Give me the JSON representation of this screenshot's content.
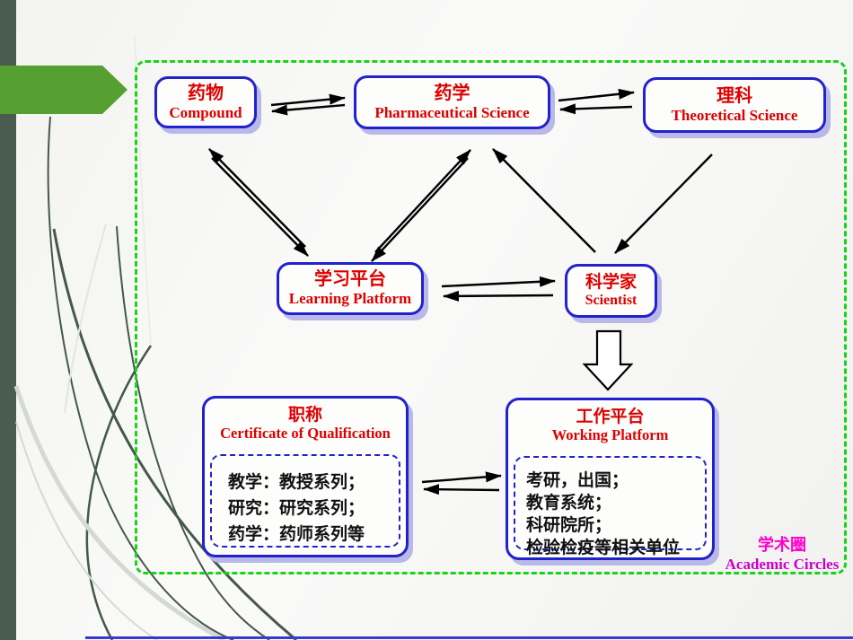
{
  "nodes": {
    "compound": {
      "zh": "药物",
      "en": "Compound"
    },
    "pharmaceutical": {
      "zh": "药学",
      "en": "Pharmaceutical Science"
    },
    "theoretical": {
      "zh": "理科",
      "en": "Theoretical Science"
    },
    "learning": {
      "zh": "学习平台",
      "en": "Learning Platform"
    },
    "scientist": {
      "zh": "科学家",
      "en": "Scientist"
    },
    "qualification": {
      "zh": "职称",
      "en": "Certificate of Qualification",
      "items": [
        "教学：教授系列；",
        "研究：研究系列；",
        "药学：药师系列等"
      ]
    },
    "working": {
      "zh": "工作平台",
      "en": "Working Platform",
      "items": [
        "考研，出国；",
        "教育系统；",
        "科研院所；",
        "检验检疫等相关单位"
      ]
    }
  },
  "caption": {
    "zh": "学术圈",
    "en": "Academic Circles"
  },
  "colors": {
    "box_border": "#2222cc",
    "box_shadow": "#b9b9e8",
    "text_red": "#dd0000",
    "text_black": "#111111",
    "magenta_zh": "#ff00cc",
    "magenta_en": "#cc00cc",
    "frame_green": "#17d417",
    "arrow_green": "#569f31",
    "sidebar_green": "#4a5b4f",
    "bottom_line_blue": "#3a3ad0",
    "arrow_black": "#000000"
  }
}
